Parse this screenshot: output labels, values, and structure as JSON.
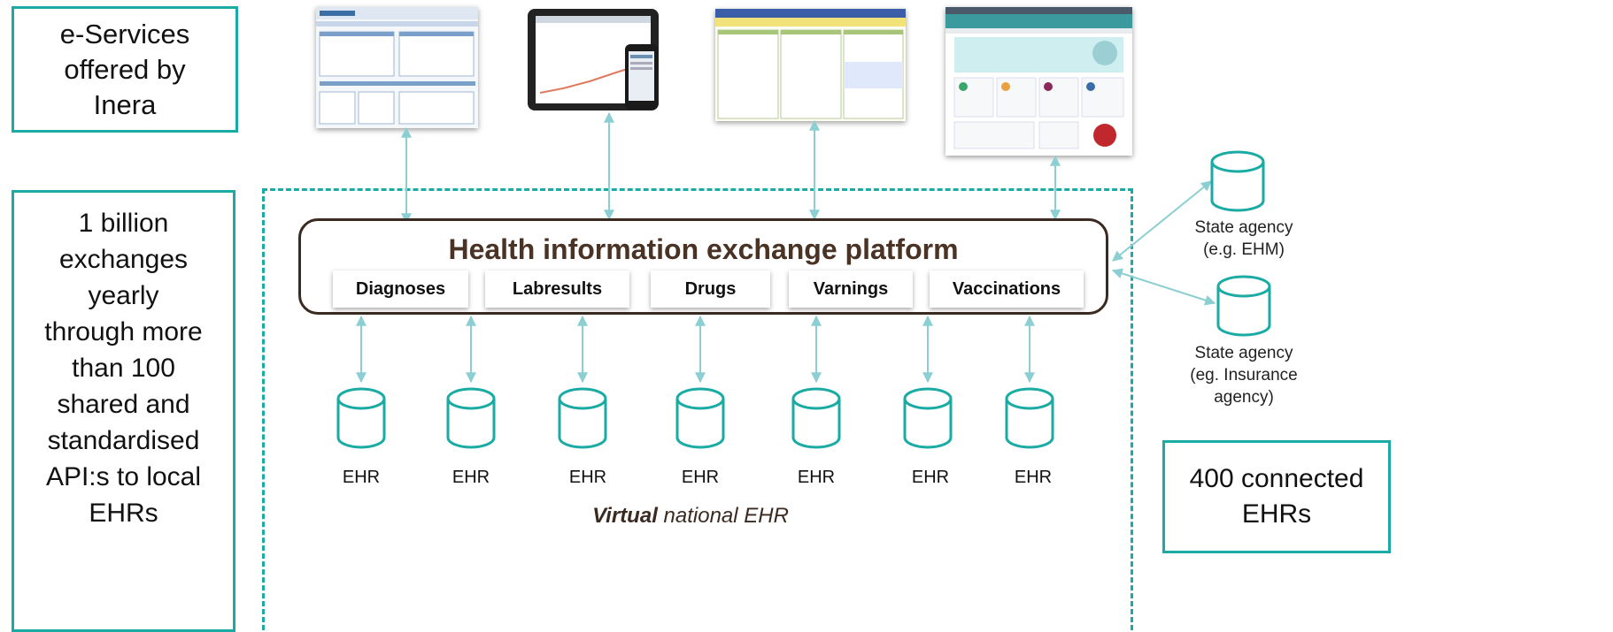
{
  "left_boxes": {
    "eservices": [
      "e-Services",
      "offered by",
      "Inera"
    ],
    "exchanges": [
      "1 billion",
      "exchanges",
      "yearly",
      "through more",
      "than 100",
      "shared and",
      "standardised",
      "API:s to local",
      "EHRs"
    ]
  },
  "platform": {
    "title": "Health information exchange platform",
    "categories": [
      "Diagnoses",
      "Labresults",
      "Drugs",
      "Varnings",
      "Vaccinations"
    ]
  },
  "ehr_label": "EHR",
  "agencies": [
    {
      "lines": [
        "State agency",
        "(e.g. EHM)"
      ]
    },
    {
      "lines": [
        "State agency",
        "(eg. Insurance",
        "agency)"
      ]
    }
  ],
  "connected_box": [
    "400 connected",
    "EHRs"
  ],
  "footer": {
    "emph": "Virtual",
    "rest": " national EHR"
  },
  "colors": {
    "teal": "#1aaba4",
    "arrow": "#8ccfd2",
    "platform_border": "#3a2a20"
  }
}
